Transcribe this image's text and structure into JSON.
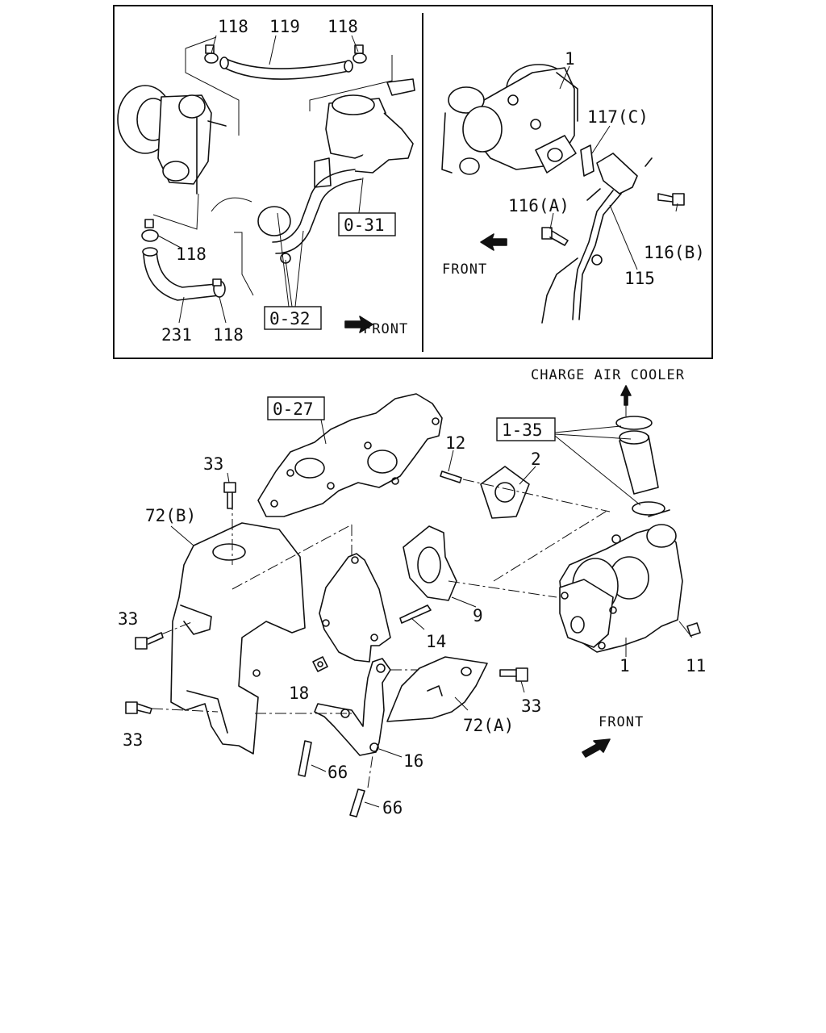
{
  "top_left_panel": {
    "labels": {
      "clamp_left": "118",
      "hose_top": "119",
      "clamp_right": "118",
      "clamp_mid": "118",
      "hose_bottom": "231",
      "clamp_bottom": "118",
      "ref_031": "0-31",
      "ref_032": "0-32",
      "front": "FRONT"
    }
  },
  "top_right_panel": {
    "labels": {
      "turbo": "1",
      "gasket_c": "117(C)",
      "bolt_a": "116(A)",
      "bolt_b": "116(B)",
      "pipe": "115",
      "front": "FRONT"
    }
  },
  "main_diagram": {
    "labels": {
      "charge_air_cooler": "CHARGE AIR COOLER",
      "ref_027": "0-27",
      "ref_135": "1-35",
      "stud_12": "12",
      "gasket_2": "2",
      "bolt_33_top": "33",
      "cover_72b": "72(B)",
      "gasket_9": "9",
      "bolt_33_left": "33",
      "stud_14": "14",
      "turbo_1": "1",
      "nut_11": "11",
      "nut_18": "18",
      "bolt_33_right": "33",
      "cover_72a": "72(A)",
      "bolt_33_bottom": "33",
      "bracket_16": "16",
      "stud_66_a": "66",
      "stud_66_b": "66",
      "front": "FRONT"
    }
  }
}
